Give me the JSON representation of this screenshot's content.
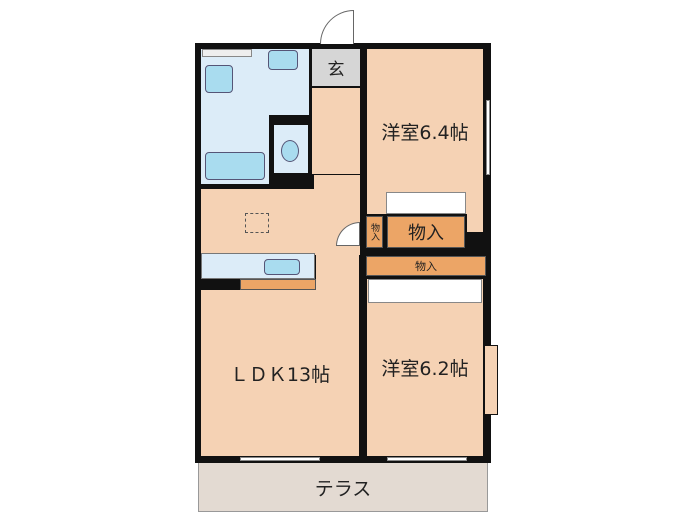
{
  "rooms": {
    "entrance": "玄",
    "western_room_1": "洋室6.4帖",
    "western_room_2": "洋室6.2帖",
    "ldk": "ＬＤＫ13帖",
    "closet_main": "物入",
    "closet_small": "物入",
    "closet_strip": "物入",
    "terrace": "テラス"
  },
  "colors": {
    "room": "#f5d2b4",
    "wet_area": "#dcecf8",
    "closet": "#eca566",
    "entrance": "#d6d6d6",
    "terrace": "#e3dad2",
    "wall": "#111111"
  }
}
